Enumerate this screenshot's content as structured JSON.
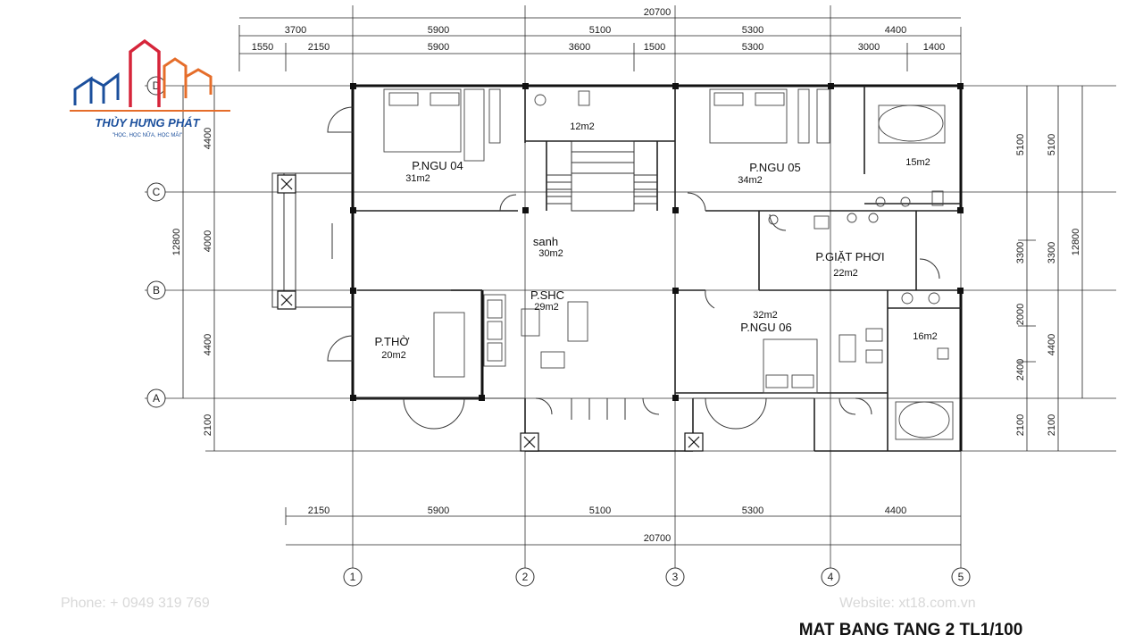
{
  "title": "MAT BANG TANG 2 TL1/100",
  "logo": {
    "name": "THỦY HƯNG PHÁT",
    "slogan": "\"HỌC, HỌC NỮA, HỌC MÃI\""
  },
  "watermarks": {
    "phone": "Phone: +  0949 319 769",
    "website": "Website: xt18.com.vn"
  },
  "dimensions": {
    "top_total": "20700",
    "top_row1": [
      "3700",
      "5900",
      "5100",
      "5300",
      "4400"
    ],
    "top_row2": [
      "1550",
      "2150",
      "5900",
      "3600",
      "1500",
      "5300",
      "3000",
      "1400"
    ],
    "bottom_row": [
      "2150",
      "5900",
      "5100",
      "5300",
      "4400"
    ],
    "bottom_total": "20700",
    "left_outer": "12800",
    "left_inner": [
      "4400",
      "4000",
      "4400",
      "2100"
    ],
    "right_inner": [
      "5100",
      "3300",
      "2000",
      "2400",
      "2100"
    ],
    "right_mid": [
      "5100",
      "3300",
      "4400",
      "2100"
    ],
    "right_outer": "12800"
  },
  "axes": {
    "rows": [
      "D",
      "C",
      "B",
      "A"
    ],
    "cols": [
      "1",
      "2",
      "3",
      "4",
      "5"
    ]
  },
  "rooms": [
    {
      "name": "P.NGU 04",
      "area": "31m2"
    },
    {
      "name": "",
      "area": "12m2"
    },
    {
      "name": "P.NGU 05",
      "area": "34m2"
    },
    {
      "name": "",
      "area": "15m2"
    },
    {
      "name": "sanh",
      "area": "30m2"
    },
    {
      "name": "P.GIẶT PHƠI",
      "area": "22m2"
    },
    {
      "name": "P.SHC",
      "area": "29m2"
    },
    {
      "name": "P.THỜ",
      "area": "20m2"
    },
    {
      "name": "P.NGU 06",
      "area": "32m2"
    },
    {
      "name": "",
      "area": "16m2"
    }
  ]
}
